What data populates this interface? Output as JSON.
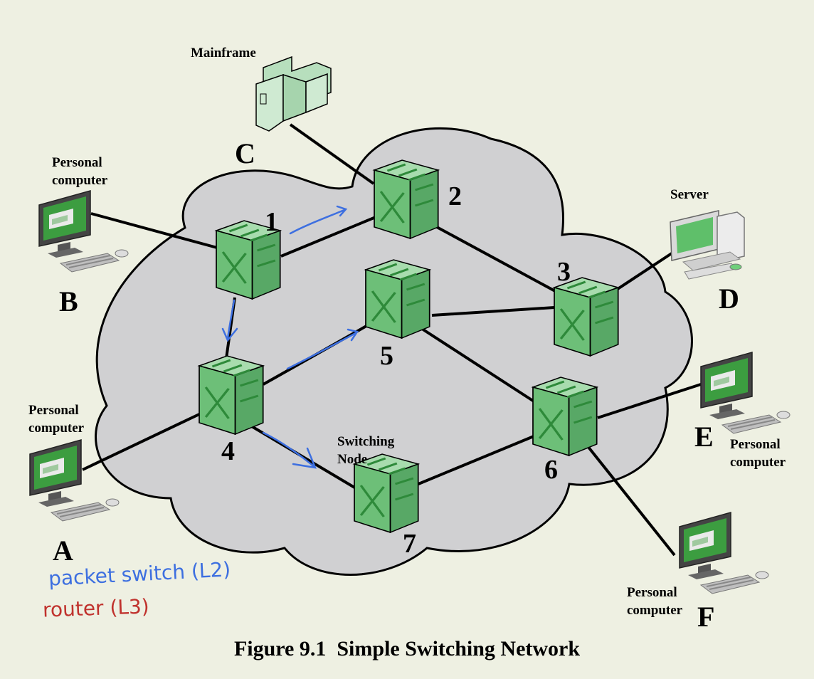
{
  "labels": {
    "mainframe": "Mainframe",
    "server": "Server",
    "personal_computer": "Personal computer",
    "switching_node": "Switching Node"
  },
  "nodes": [
    "1",
    "2",
    "3",
    "4",
    "5",
    "6",
    "7"
  ],
  "stations": [
    "A",
    "B",
    "C",
    "D",
    "E",
    "F"
  ],
  "annotations": {
    "packet_switch": "packet switch (L2)",
    "router": "router (L3)",
    "colors": {
      "blue_ink": "#3d6fe0",
      "red_ink": "#c0322d"
    }
  },
  "caption": "Figure 9.1  Simple Switching Network",
  "colors": {
    "background": "#eef0e2",
    "cloud": "#d0d0d2",
    "node_face": "#6dbf78",
    "node_top": "#a8dcae"
  }
}
